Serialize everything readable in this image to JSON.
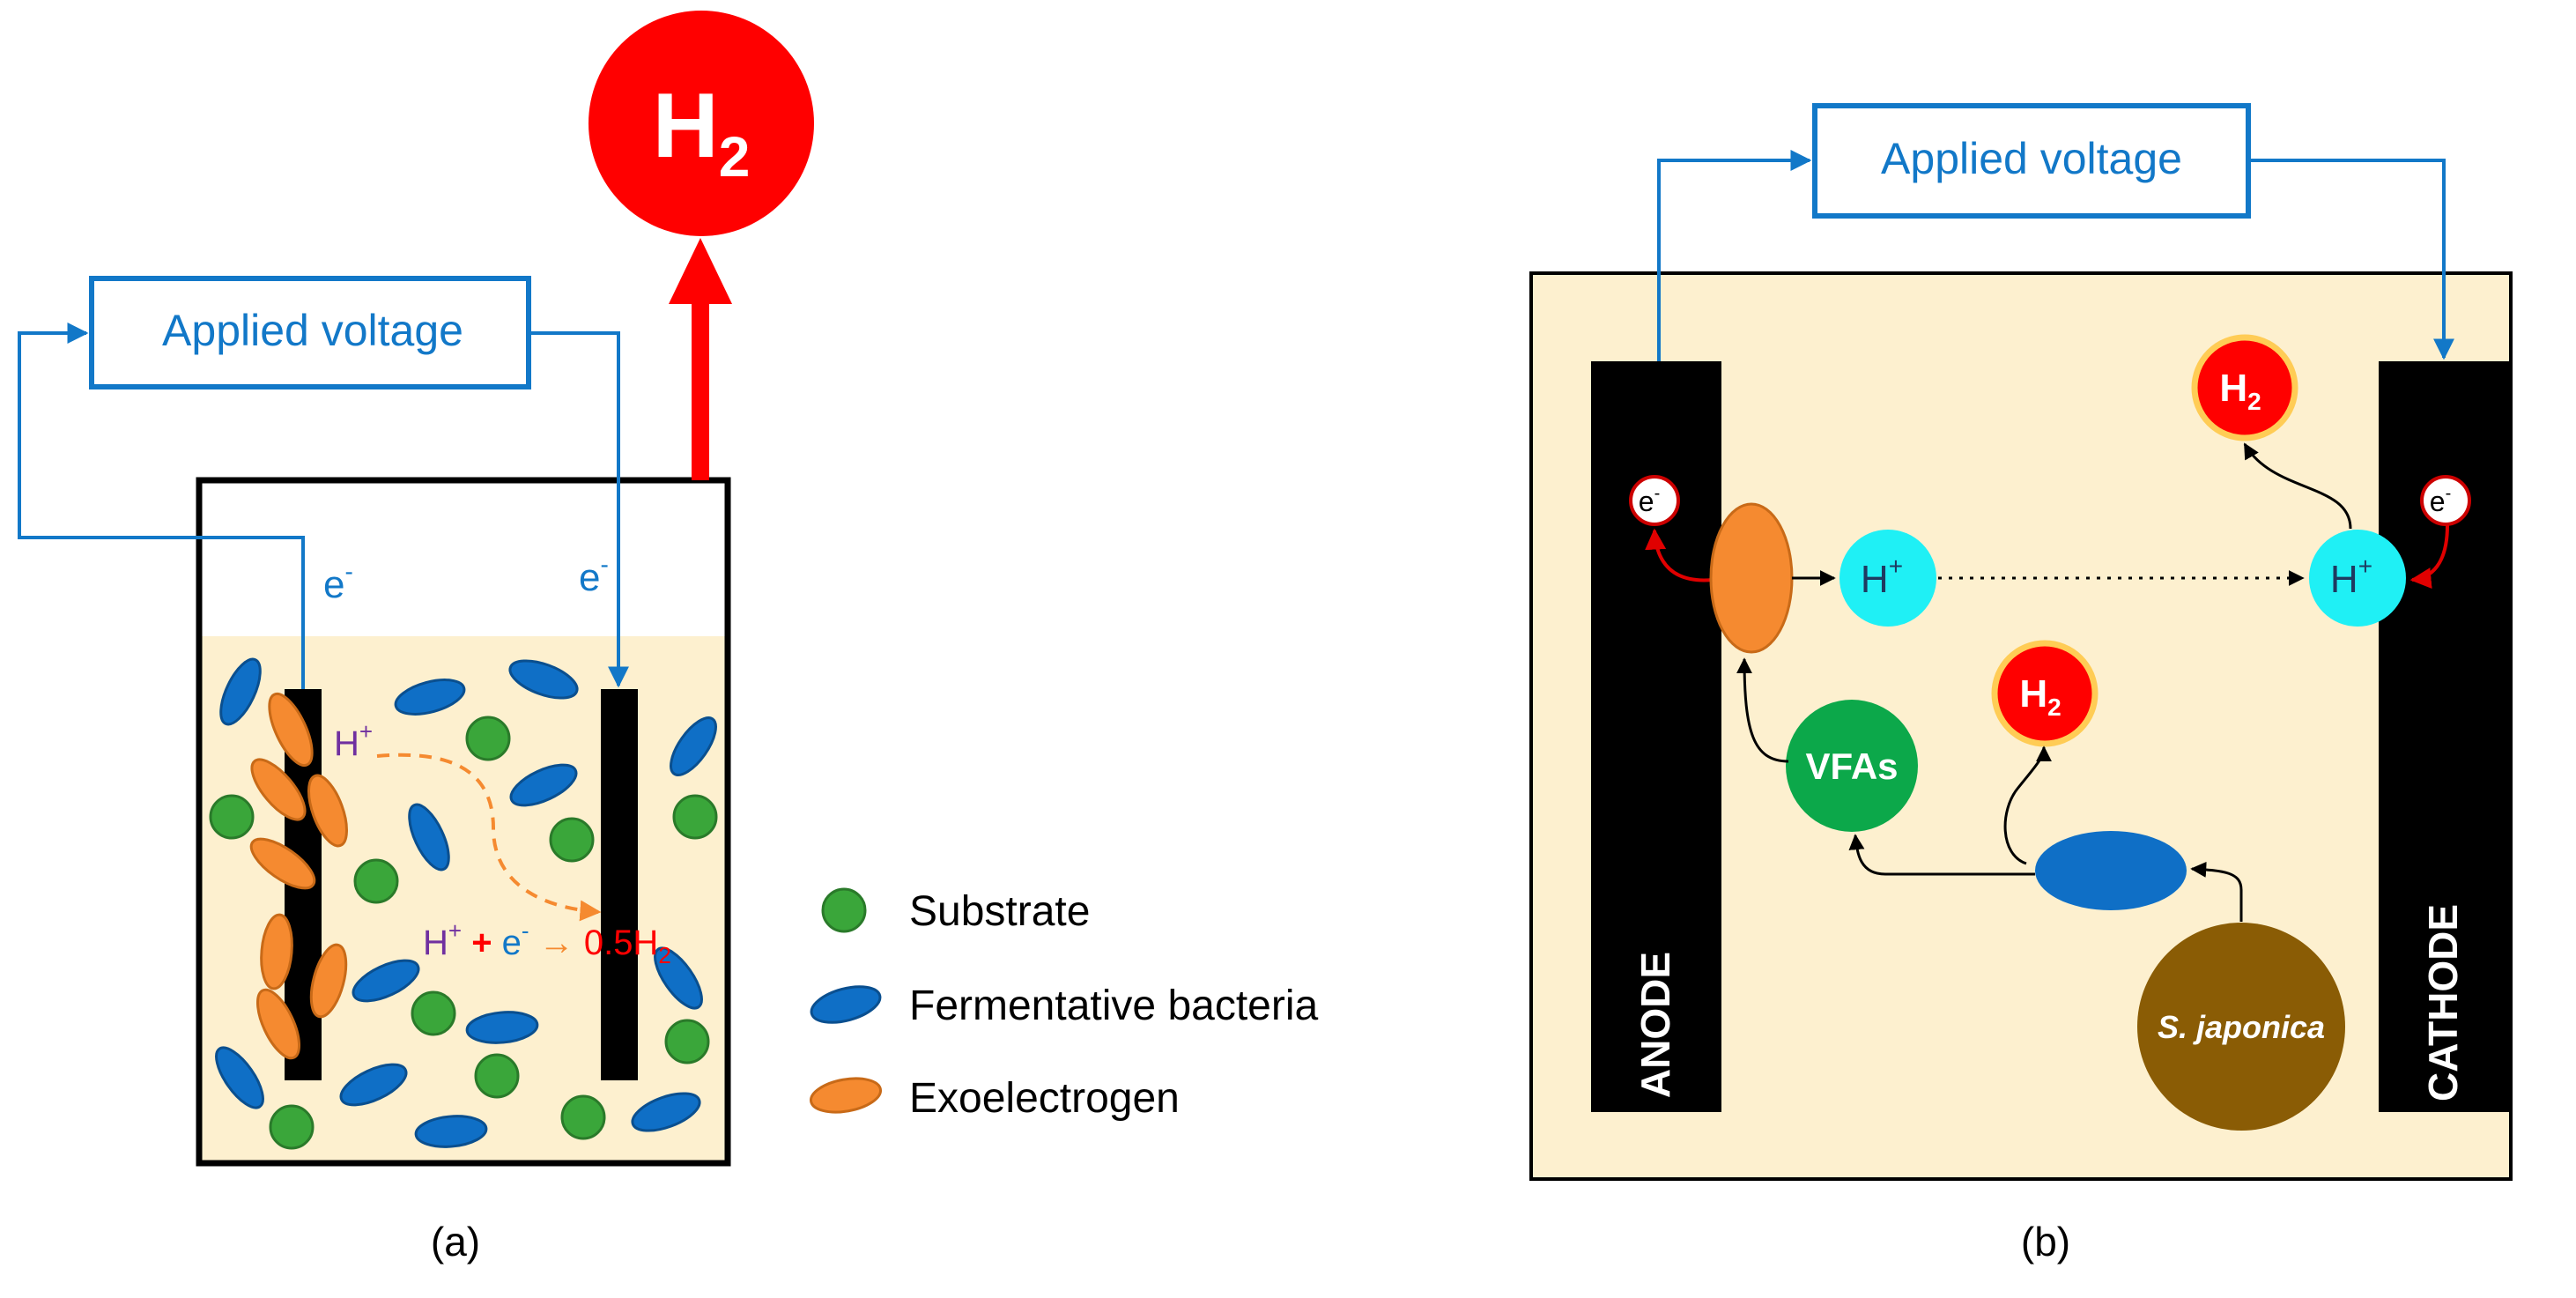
{
  "panel_a": {
    "voltage_label": "Applied voltage",
    "h2_product": {
      "main": "H",
      "sub": "2"
    },
    "electron_left": {
      "main": "e",
      "sup": "-"
    },
    "electron_right": {
      "main": "e",
      "sup": "-"
    },
    "proton": {
      "main": "H",
      "sup": "+"
    },
    "reaction": {
      "h": "H",
      "h_sup": "+",
      "plus": " + ",
      "e": "e",
      "e_sup": "-",
      "arrow": " → ",
      "product": "0.5H",
      "product_sub": "2"
    },
    "caption": "(a)",
    "legend": [
      {
        "label": "Substrate",
        "icon": "green-circle-icon"
      },
      {
        "label": "Fermentative bacteria",
        "icon": "blue-ellipse-icon"
      },
      {
        "label": "Exoelectrogen",
        "icon": "orange-ellipse-icon"
      }
    ]
  },
  "panel_b": {
    "voltage_label": "Applied voltage",
    "anode_label": "ANODE",
    "cathode_label": "CATHODE",
    "electron_anode": {
      "main": "e",
      "sup": "-"
    },
    "electron_cathode": {
      "main": "e",
      "sup": "-"
    },
    "proton_anode": {
      "main": "H",
      "sup": "+"
    },
    "proton_cathode": {
      "main": "H",
      "sup": "+"
    },
    "h2_cathode": {
      "main": "H",
      "sub": "2"
    },
    "h2_fermentation": {
      "main": "H",
      "sub": "2"
    },
    "vfas_label": "VFAs",
    "substrate_label": "S. japonica",
    "caption": "(b)"
  },
  "colors": {
    "electrolyte": "#fdf0cf",
    "voltage_blue": "#1278c8",
    "h2_red": "#ff0000",
    "substrate_green": "#3aa63a",
    "bacteria_blue": "#0f6fc6",
    "exo_orange": "#f58a30",
    "proton_cyan": "#1ff0f5",
    "vfa_green": "#0ca84a",
    "japonica_brown": "#8a5c05",
    "proton_purple": "#7030a0"
  }
}
